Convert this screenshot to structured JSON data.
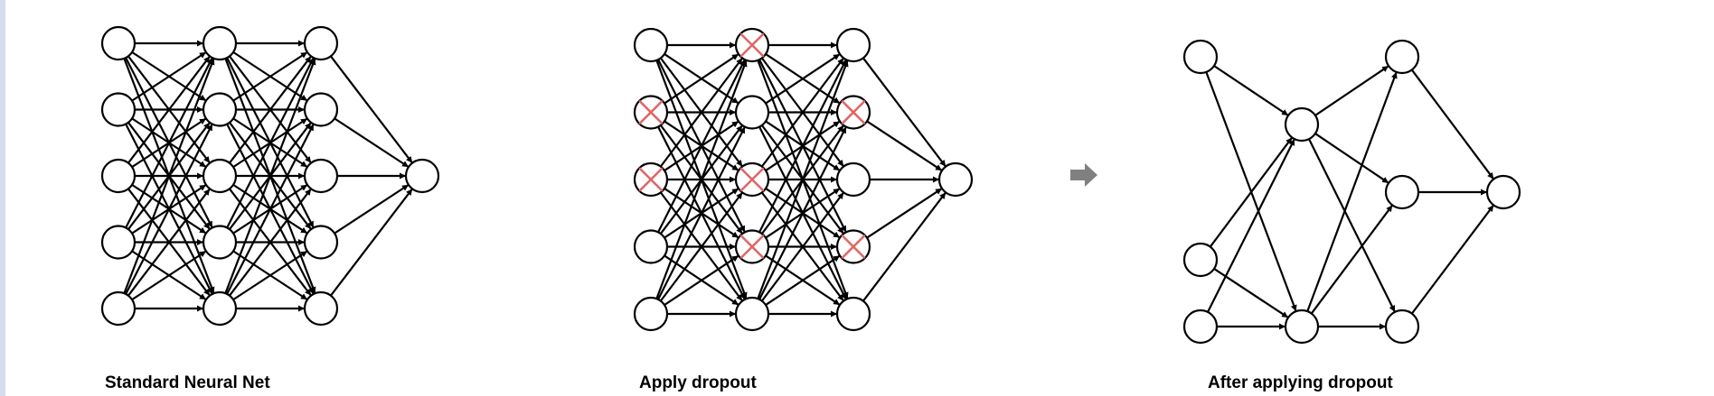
{
  "captions": {
    "standard": "Standard Neural Net",
    "apply": "Apply dropout",
    "after": "After applying dropout"
  },
  "colors": {
    "edge": "#000000",
    "node_fill": "#ffffff",
    "dropped_mark": "#e06666",
    "arrow": "#808080",
    "left_strip": "#d6dcec"
  },
  "icons": {
    "transition_arrow": "right-arrow-icon",
    "dropped_neuron": "x-mark-icon"
  },
  "networks": {
    "standard": {
      "layers": [
        5,
        5,
        5,
        1
      ],
      "dropped": []
    },
    "apply_dropout": {
      "layers": [
        5,
        5,
        5,
        1
      ],
      "dropped": [
        [
          0,
          1
        ],
        [
          0,
          2
        ],
        [
          1,
          0
        ],
        [
          1,
          2
        ],
        [
          1,
          3
        ],
        [
          2,
          1
        ],
        [
          2,
          3
        ]
      ]
    },
    "after_dropout": {
      "layers": [
        3,
        2,
        3,
        1
      ],
      "edges": [
        [
          0,
          0,
          1,
          0
        ],
        [
          0,
          0,
          1,
          1
        ],
        [
          0,
          1,
          1,
          0
        ],
        [
          0,
          1,
          1,
          1
        ],
        [
          0,
          2,
          1,
          0
        ],
        [
          0,
          2,
          1,
          1
        ],
        [
          1,
          0,
          2,
          0
        ],
        [
          1,
          0,
          2,
          1
        ],
        [
          1,
          0,
          2,
          2
        ],
        [
          1,
          1,
          2,
          0
        ],
        [
          1,
          1,
          2,
          1
        ],
        [
          1,
          1,
          2,
          2
        ],
        [
          2,
          0,
          3,
          0
        ],
        [
          2,
          1,
          3,
          0
        ],
        [
          2,
          2,
          3,
          0
        ]
      ]
    }
  }
}
